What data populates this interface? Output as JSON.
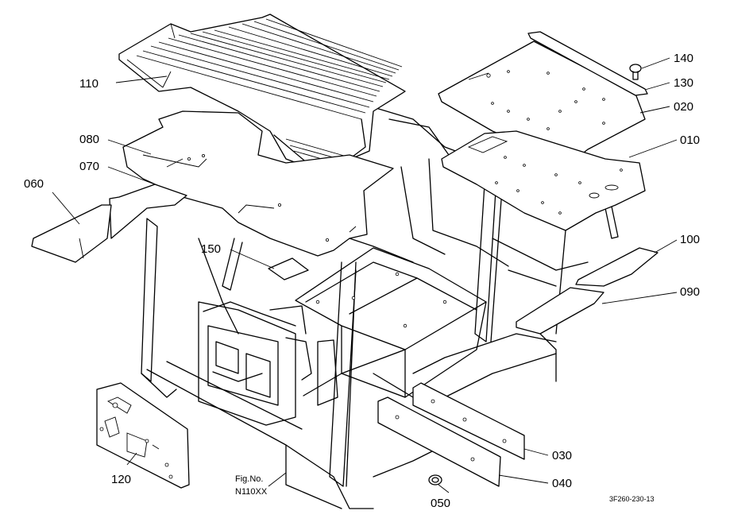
{
  "callouts": {
    "p010": "010",
    "p020": "020",
    "p030": "030",
    "p040": "040",
    "p050": "050",
    "p060": "060",
    "p070": "070",
    "p080": "080",
    "p090": "090",
    "p100": "100",
    "p110": "110",
    "p120": "120",
    "p130": "130",
    "p140": "140",
    "p150": "150"
  },
  "figure": {
    "line1": "Fig.No.",
    "line2": "N110XX"
  },
  "drawing_code": "3F260-230-13"
}
